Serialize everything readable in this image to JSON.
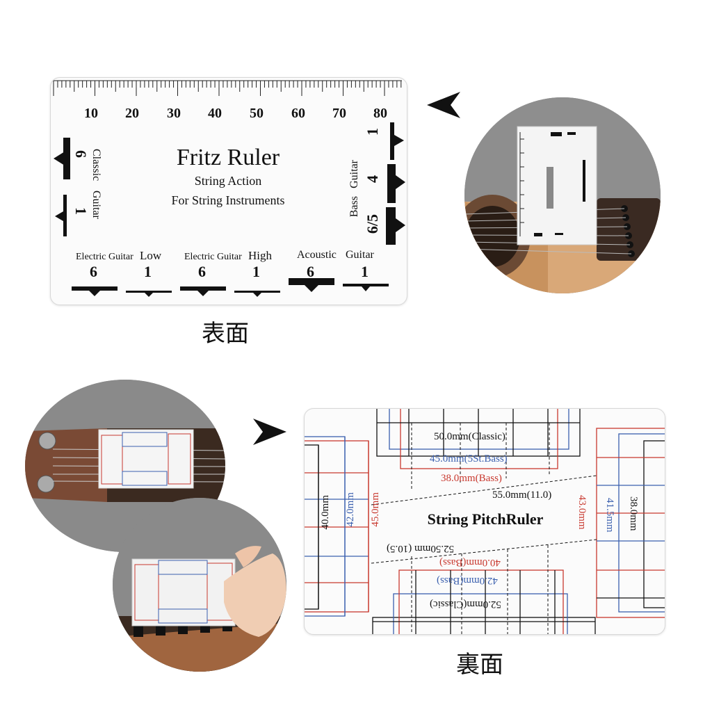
{
  "front_card": {
    "scale_numbers": [
      "10",
      "20",
      "30",
      "40",
      "50",
      "60",
      "70",
      "80"
    ],
    "title": "Fritz Ruler",
    "subtitle1": "String Action",
    "subtitle2": "For String Instruments",
    "left_labels": {
      "classic": "Classic",
      "guitar": "Guitar",
      "num6": "6",
      "num1": "1"
    },
    "right_labels": {
      "bass": "Bass",
      "guitar": "Guitar",
      "num1": "1",
      "num4": "4",
      "num65": "6/5"
    },
    "bottom_labels": {
      "electric_low_name": "Electric Guitar",
      "low": "Low",
      "el_6": "6",
      "el_1": "1",
      "electric_high_name": "Electric Guitar",
      "high": "High",
      "eh_6": "6",
      "eh_1": "1",
      "acoustic": "Acoustic",
      "guitar": "Guitar",
      "ac_6": "6",
      "ac_1": "1"
    }
  },
  "front_caption": "表面",
  "back_card": {
    "title": "String PitchRuler",
    "m50": "50.0mm(Classic)",
    "m45": "45.0mm(5St.Bass)",
    "m38": "38.0mm(Bass)",
    "m55": "55.0mm(11.0)",
    "m40l": "40.0mm",
    "m42l": "42.0mm",
    "m45l": "45.0mm",
    "m43r": "43.0mm",
    "m415r": "41.5mm",
    "m38r": "38.0mm",
    "m525": "52.50mm (10.5)",
    "m40b": "40.0mm(Bass)",
    "m42b": "42.0mm(Bass)",
    "m52b": "52.0mm(Classic)"
  },
  "back_caption": "裏面",
  "colors": {
    "red": "#c8382e",
    "blue": "#3a5fae",
    "black": "#111111",
    "gray_bg": "#8c8c8c",
    "wood": "#d9a878"
  }
}
